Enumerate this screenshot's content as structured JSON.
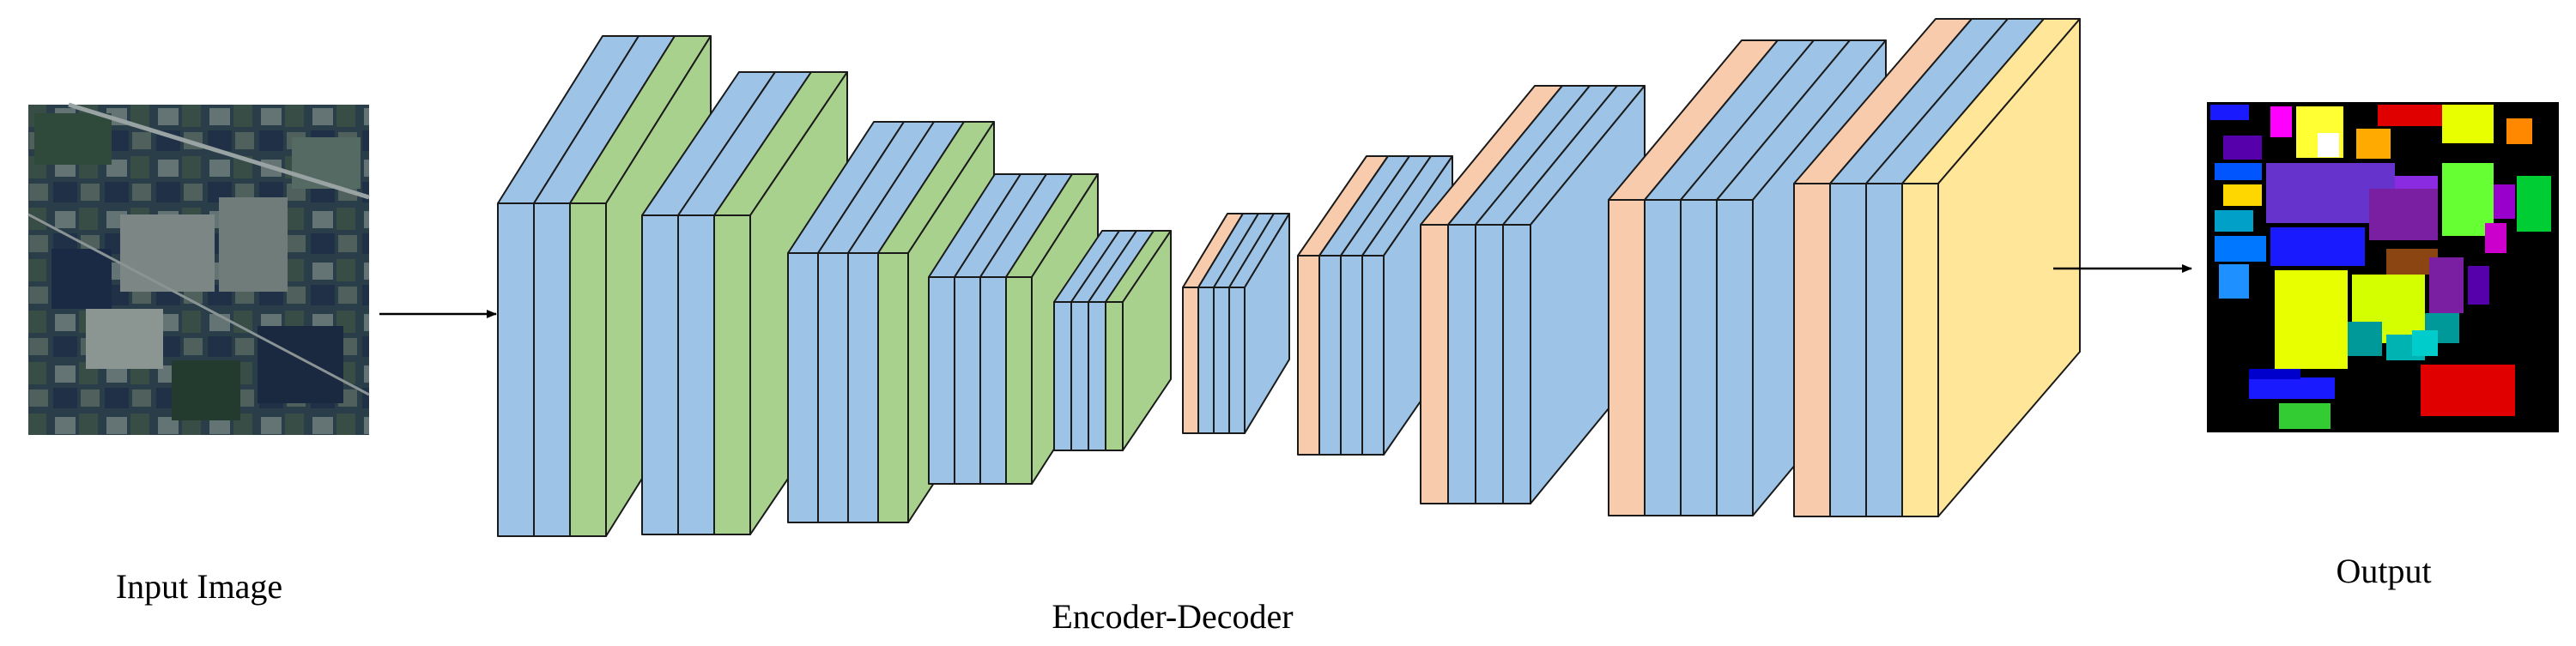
{
  "labels": {
    "input": "Input Image",
    "network": "Encoder-Decoder",
    "output": "Output"
  },
  "colors": {
    "encoder_feature": "#9dc3e6",
    "encoder_conv": "#a9d18e",
    "decoder_skip": "#f8cbad",
    "final_layer": "#ffe699",
    "edge": "#1a1a1a",
    "arrow": "#000000"
  },
  "encoder_blocks": [
    {
      "slices": [
        "encoder_feature",
        "encoder_feature",
        "encoder_conv"
      ]
    },
    {
      "slices": [
        "encoder_feature",
        "encoder_feature",
        "encoder_conv"
      ]
    },
    {
      "slices": [
        "encoder_feature",
        "encoder_feature",
        "encoder_feature",
        "encoder_conv"
      ]
    },
    {
      "slices": [
        "encoder_feature",
        "encoder_feature",
        "encoder_feature",
        "encoder_conv"
      ]
    },
    {
      "slices": [
        "encoder_feature",
        "encoder_feature",
        "encoder_feature",
        "encoder_conv"
      ]
    }
  ],
  "decoder_blocks": [
    {
      "slices": [
        "decoder_skip",
        "encoder_feature",
        "encoder_feature",
        "encoder_feature"
      ]
    },
    {
      "slices": [
        "decoder_skip",
        "encoder_feature",
        "encoder_feature",
        "encoder_feature"
      ]
    },
    {
      "slices": [
        "decoder_skip",
        "encoder_feature",
        "encoder_feature",
        "encoder_feature"
      ]
    },
    {
      "slices": [
        "decoder_skip",
        "encoder_feature",
        "encoder_feature",
        "encoder_feature"
      ]
    },
    {
      "slices": [
        "decoder_skip",
        "encoder_feature",
        "encoder_feature",
        "final_layer"
      ]
    }
  ]
}
